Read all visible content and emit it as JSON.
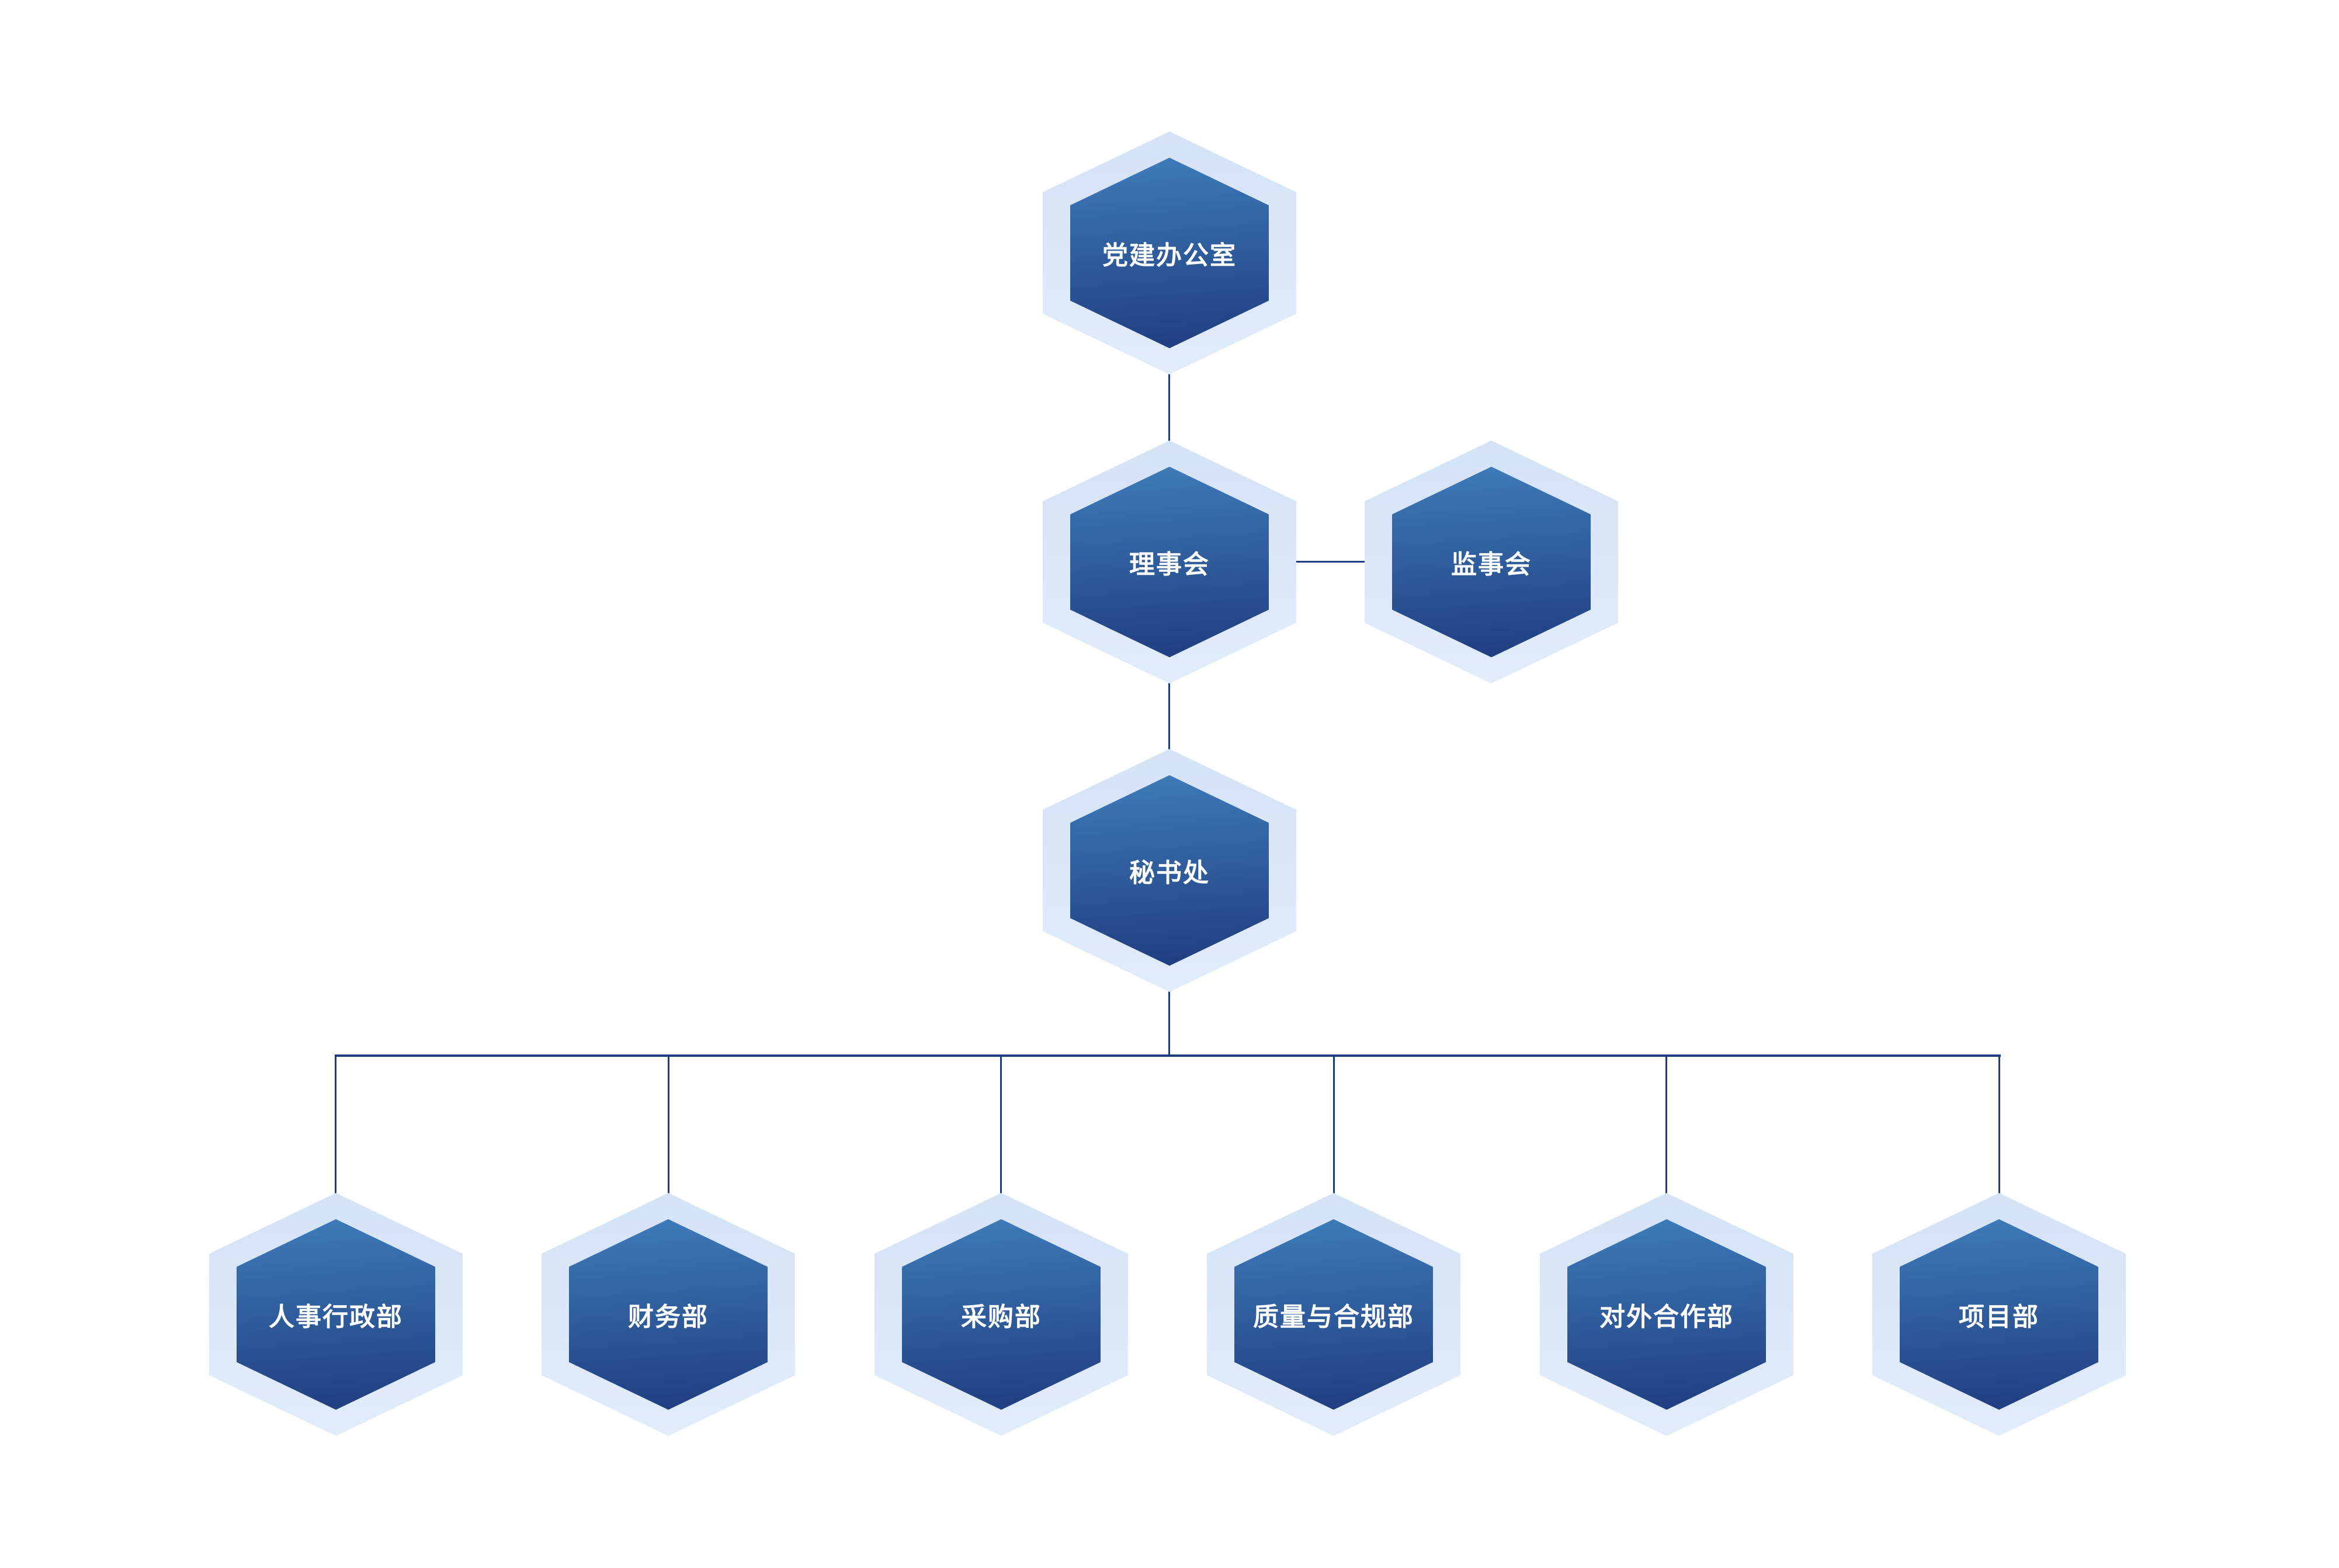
{
  "diagram": {
    "type": "org_chart",
    "nodes": {
      "party_office": {
        "label": "党建办公室"
      },
      "council": {
        "label": "理事会"
      },
      "supervisory_board": {
        "label": "监事会"
      },
      "secretariat": {
        "label": "秘书处"
      },
      "dept_hr_admin": {
        "label": "人事行政部"
      },
      "dept_finance": {
        "label": "财务部"
      },
      "dept_procurement": {
        "label": "采购部"
      },
      "dept_quality_compliance": {
        "label": "质量与合规部"
      },
      "dept_external_cooperation": {
        "label": "对外合作部"
      },
      "dept_project": {
        "label": "项目部"
      }
    },
    "edges": [
      {
        "from": "party_office",
        "to": "council",
        "type": "vertical"
      },
      {
        "from": "council",
        "to": "supervisory_board",
        "type": "lateral"
      },
      {
        "from": "council",
        "to": "secretariat",
        "type": "vertical"
      },
      {
        "from": "secretariat",
        "to": "dept_hr_admin",
        "type": "vertical"
      },
      {
        "from": "secretariat",
        "to": "dept_finance",
        "type": "vertical"
      },
      {
        "from": "secretariat",
        "to": "dept_procurement",
        "type": "vertical"
      },
      {
        "from": "secretariat",
        "to": "dept_quality_compliance",
        "type": "vertical"
      },
      {
        "from": "secretariat",
        "to": "dept_external_cooperation",
        "type": "vertical"
      },
      {
        "from": "secretariat",
        "to": "dept_project",
        "type": "vertical"
      }
    ],
    "colors": {
      "background": "#ffffff",
      "node_gradient_top": "#3f7cba",
      "node_gradient_bottom": "#1f3c7e",
      "halo_gradient_top": "#d5e3f7",
      "halo_gradient_bottom": "#e2ecfb",
      "connector": "#1c3c80",
      "label_text": "#ffffff"
    }
  }
}
